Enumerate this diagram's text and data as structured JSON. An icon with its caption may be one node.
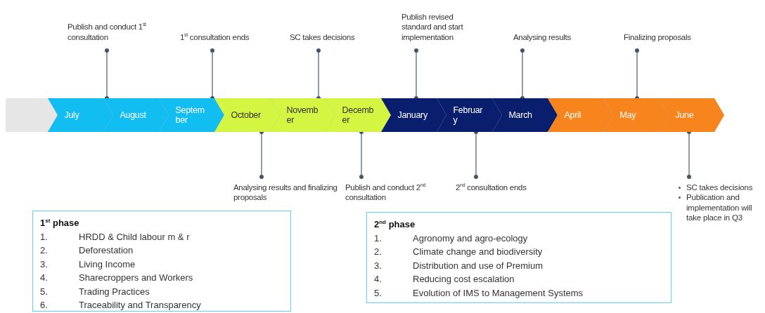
{
  "diagram": {
    "nodes": [
      {
        "text": [],
        "shape": "box"
      },
      {
        "text": [
          "July"
        ]
      },
      {
        "text": [
          "August"
        ]
      },
      {
        "text": [
          "September"
        ]
      },
      {
        "text": [
          "October"
        ]
      },
      {
        "text": [
          "November"
        ]
      },
      {
        "text": [
          "December"
        ]
      },
      {
        "text": [
          "January"
        ]
      },
      {
        "text": [
          "February"
        ]
      },
      {
        "text": [
          "March"
        ]
      },
      {
        "text": [
          "April"
        ]
      },
      {
        "text": [
          "May"
        ]
      },
      {
        "text": [
          "June"
        ]
      },
      {
        "text": [
          "Publish and conduct 1$^{st}$ consultation"
        ]
      },
      {
        "text": [
          "1$^{st}$ consultation ends"
        ]
      },
      {
        "text": [
          "SC takes decisions"
        ]
      },
      {
        "text": [
          "Publish revised standard and start implementation"
        ]
      },
      {
        "text": [
          "Analysing results"
        ]
      },
      {
        "text": [
          "Finalizing proposals"
        ]
      },
      {
        "text": [
          "Analysing results and finalizing proposals"
        ]
      },
      {
        "text": [
          "Publish and conduct 2$^{nd}$ consultation"
        ]
      },
      {
        "text": [
          "2$^{nd}$ consultation ends"
        ]
      },
      {
        "text": [
          "SC takes decisions",
          "Publication and implementation will take place in Q3"
        ]
      },
      {
        "text": [
          "1$^{st}$ phase",
          "1.",
          "HRDD & Child labour m & r",
          "2.",
          "Deforestation",
          "3.",
          "Living Income",
          "4.",
          "Sharecroppers and Workers",
          "5.",
          "Trading Practices",
          "6.",
          "Traceability and Transparency"
        ]
      },
      {
        "text": [
          "2$^{nd}$ phase",
          "1.",
          "Agronomy and agro-ecology",
          "2.",
          "Climate change and biodiversity",
          "3.",
          "Distribution and use of Premium",
          "4.",
          "Reducing cost escalation",
          "5.",
          "Evolution of IMS to Management Systems"
        ]
      }
    ],
    "edges": [
      {
        "from": 13,
        "to": 1,
        "arrow": "other"
      },
      {
        "from": 14,
        "to": 3,
        "arrow": "other"
      },
      {
        "from": 15,
        "to": 5,
        "arrow": "other"
      },
      {
        "from": 16,
        "to": 7,
        "arrow": "other"
      },
      {
        "from": 17,
        "to": 9,
        "arrow": "other"
      },
      {
        "from": 18,
        "to": 11,
        "arrow": "other"
      },
      {
        "from": 19,
        "to": 4,
        "arrow": "other"
      },
      {
        "from": 20,
        "to": 6,
        "arrow": "other"
      },
      {
        "from": 21,
        "to": 8,
        "arrow": "other"
      },
      {
        "from": 22,
        "to": 12,
        "arrow": "other"
      }
    ]
  }
}
